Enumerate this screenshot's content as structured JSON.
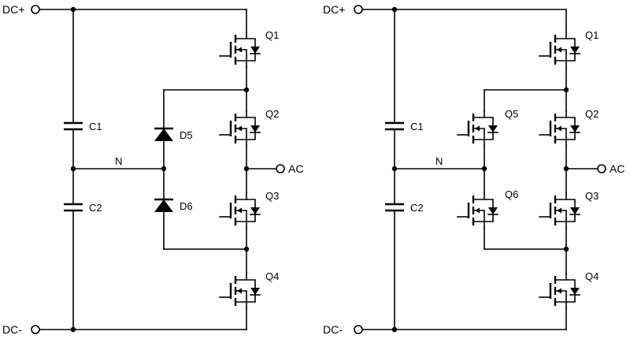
{
  "diagram": {
    "left": {
      "terminals": {
        "dc_plus": "DC+",
        "dc_minus": "DC-",
        "ac": "AC"
      },
      "node": "N",
      "capacitors": [
        "C1",
        "C2"
      ],
      "diodes": [
        "D5",
        "D6"
      ],
      "transistors": [
        "Q1",
        "Q2",
        "Q3",
        "Q4"
      ]
    },
    "right": {
      "terminals": {
        "dc_plus": "DC+",
        "dc_minus": "DC-",
        "ac": "AC"
      },
      "node": "N",
      "capacitors": [
        "C1",
        "C2"
      ],
      "transistors": [
        "Q1",
        "Q2",
        "Q3",
        "Q4",
        "Q5",
        "Q6"
      ]
    }
  }
}
